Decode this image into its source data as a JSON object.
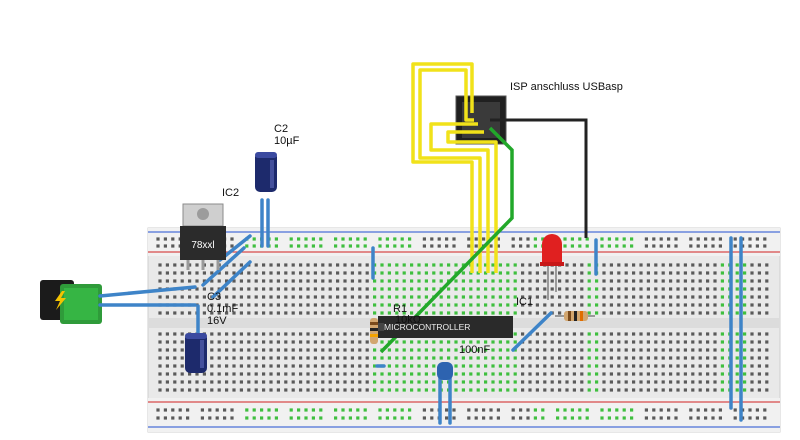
{
  "labels": {
    "c2_name": "C2",
    "c2_value": "10µF",
    "ic2_name": "IC2",
    "regulator_text": "78xxl",
    "c3_name": "C3",
    "c3_value": "0.1mF",
    "c3_voltage": "16V",
    "isp_title": "ISP anschluss USBasp",
    "r1_name": "R1",
    "r1_value": "10kΩ",
    "ic1_name": "IC1",
    "mcu_text": "MICROCONTROLLER",
    "decoupling_value": "100nF"
  },
  "icons": {
    "power_jack": "lightning-bolt-icon"
  },
  "colors": {
    "background": "#ffffff",
    "breadboard": "#ececec",
    "rail_red": "#d84b4b",
    "rail_blue": "#4b6fd8",
    "hole_green": "#3fbf3f",
    "wire_blue": "#3e84c8",
    "wire_yellow": "#f1e21a",
    "wire_green": "#22a82a",
    "wire_black": "#222222",
    "led_red": "#e02020",
    "capacitor_body": "#1d2a6c"
  }
}
